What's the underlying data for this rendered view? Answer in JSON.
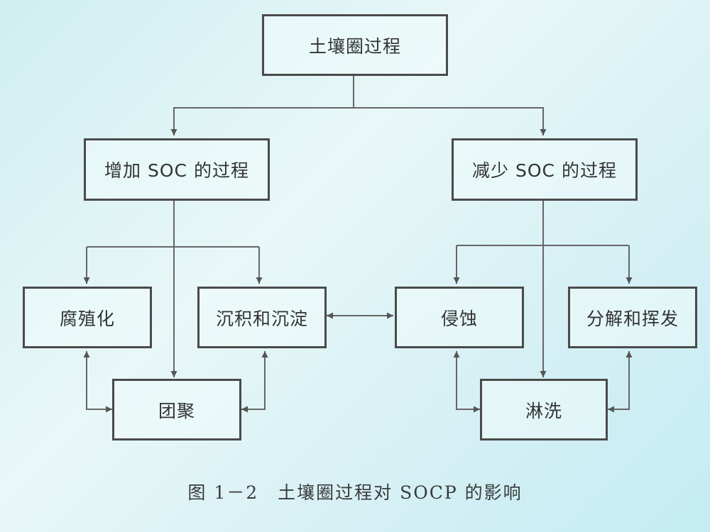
{
  "nodes": {
    "root": "土壤圈过程",
    "increase": "增加 SOC 的过程",
    "decrease": "减少 SOC 的过程",
    "humification": "腐殖化",
    "deposition": "沉积和沉淀",
    "aggregation": "团聚",
    "erosion": "侵蚀",
    "decomposition": "分解和挥发",
    "leaching": "淋洗"
  },
  "caption": "图 1－2　土壤圈过程对 SOCP 的影响"
}
